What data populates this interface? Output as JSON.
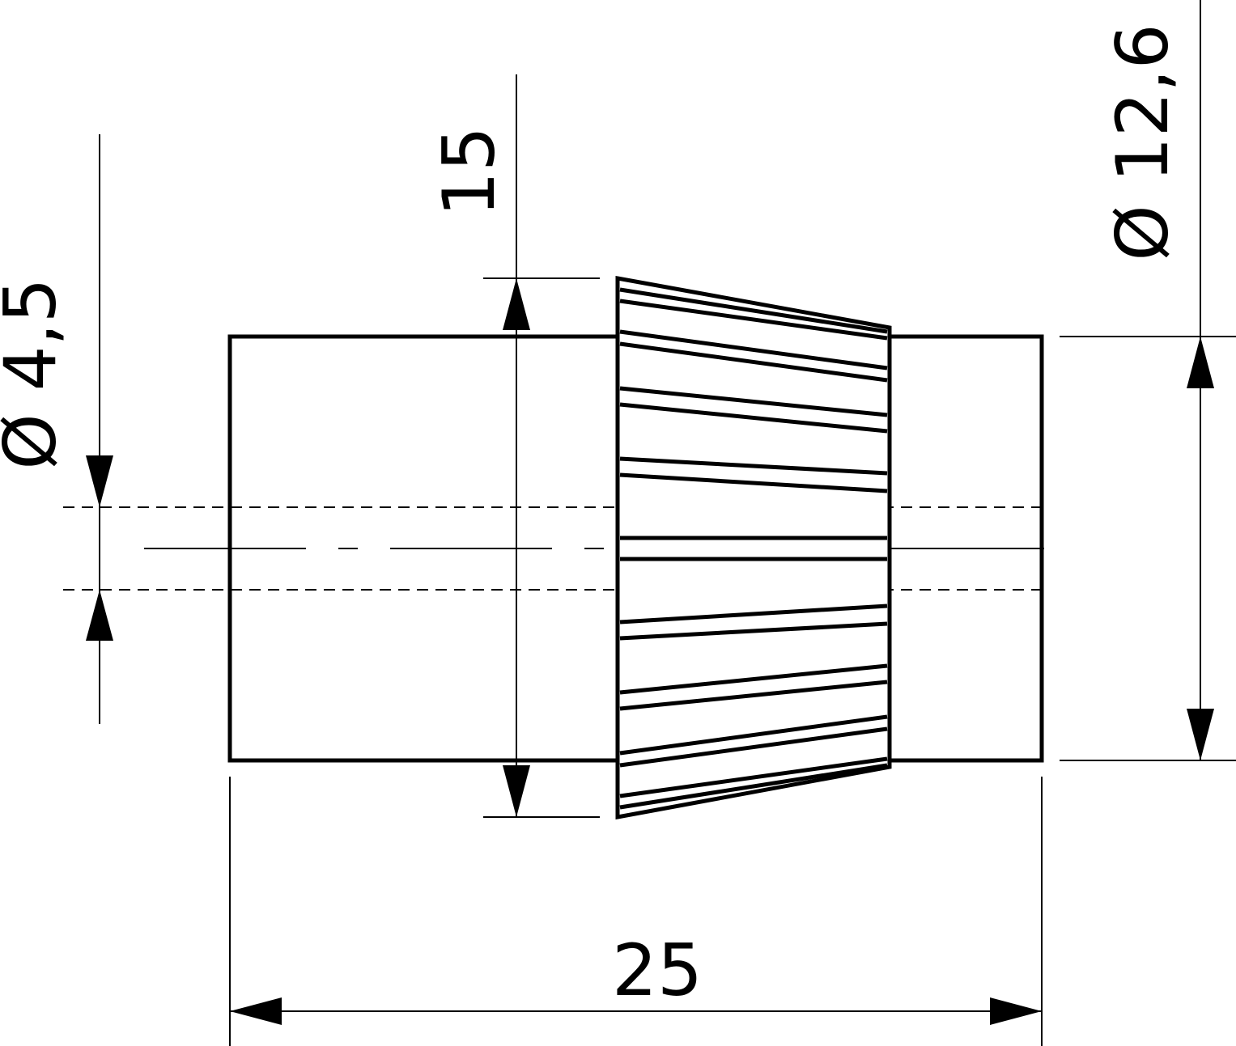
{
  "drawing": {
    "title": "Bevel gear with shaft bushing",
    "dimensions": {
      "bore_diameter": "Ø 4,5",
      "gear_height": "15",
      "outer_diameter": "Ø 12,6",
      "overall_length": "25"
    }
  }
}
